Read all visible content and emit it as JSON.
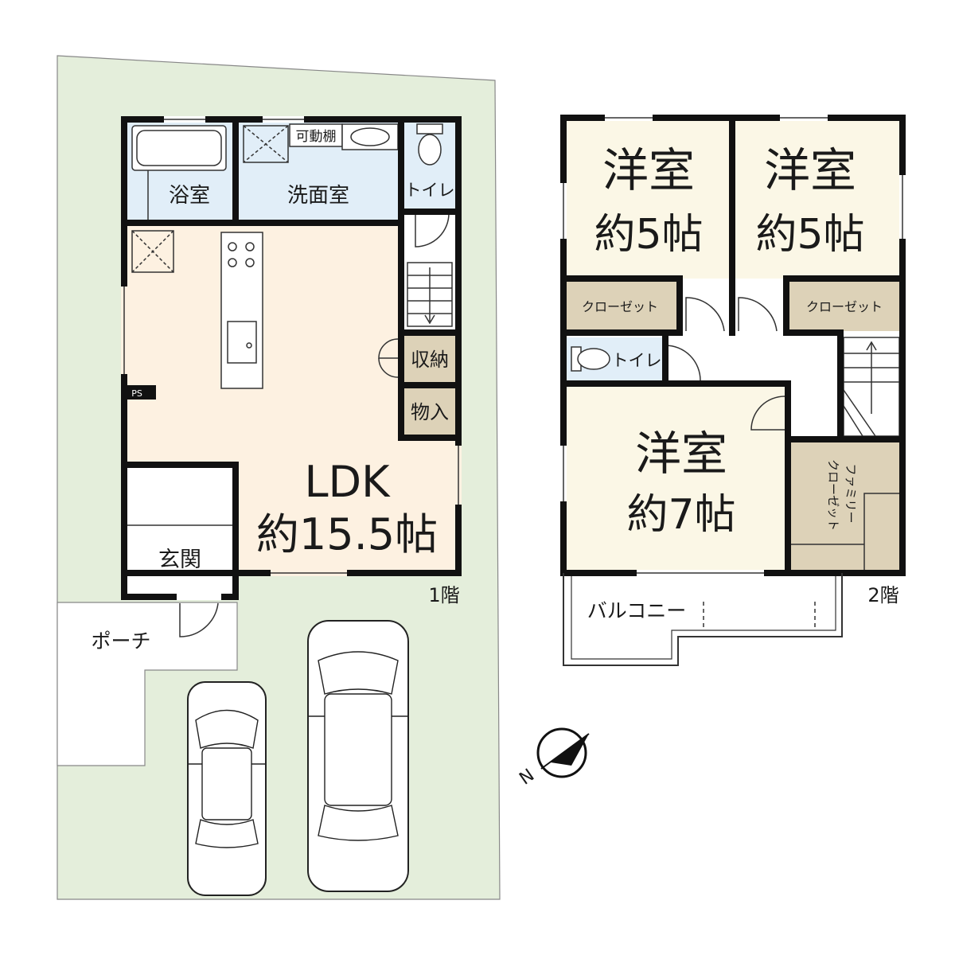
{
  "floor1": {
    "label": "1階",
    "rooms": {
      "bath": "浴室",
      "washroom": "洗面室",
      "shelf": "可動棚",
      "toilet": "トイレ",
      "storage": "収納",
      "closet": "物入",
      "ps": "PS",
      "entrance": "玄関",
      "porch": "ポーチ",
      "ldk_name": "LDK",
      "ldk_size": "約15.5帖"
    }
  },
  "floor2": {
    "label": "2階",
    "rooms": {
      "room_a_name": "洋室",
      "room_a_size": "約5帖",
      "room_b_name": "洋室",
      "room_b_size": "約5帖",
      "closet_a": "クローゼット",
      "closet_b": "クローゼット",
      "toilet": "トイレ",
      "room_c_name": "洋室",
      "room_c_size": "約7帖",
      "family_closet_1": "ファミリー",
      "family_closet_2": "クローゼット",
      "balcony": "バルコニー"
    }
  },
  "compass": {
    "label": "N"
  },
  "colors": {
    "lot": "#e4eedb",
    "ldk": "#fdf1e1",
    "wet": "#e1eef8",
    "bedroom": "#fbf7e6",
    "storage": "#ddd2b8",
    "wall": "#111111"
  }
}
